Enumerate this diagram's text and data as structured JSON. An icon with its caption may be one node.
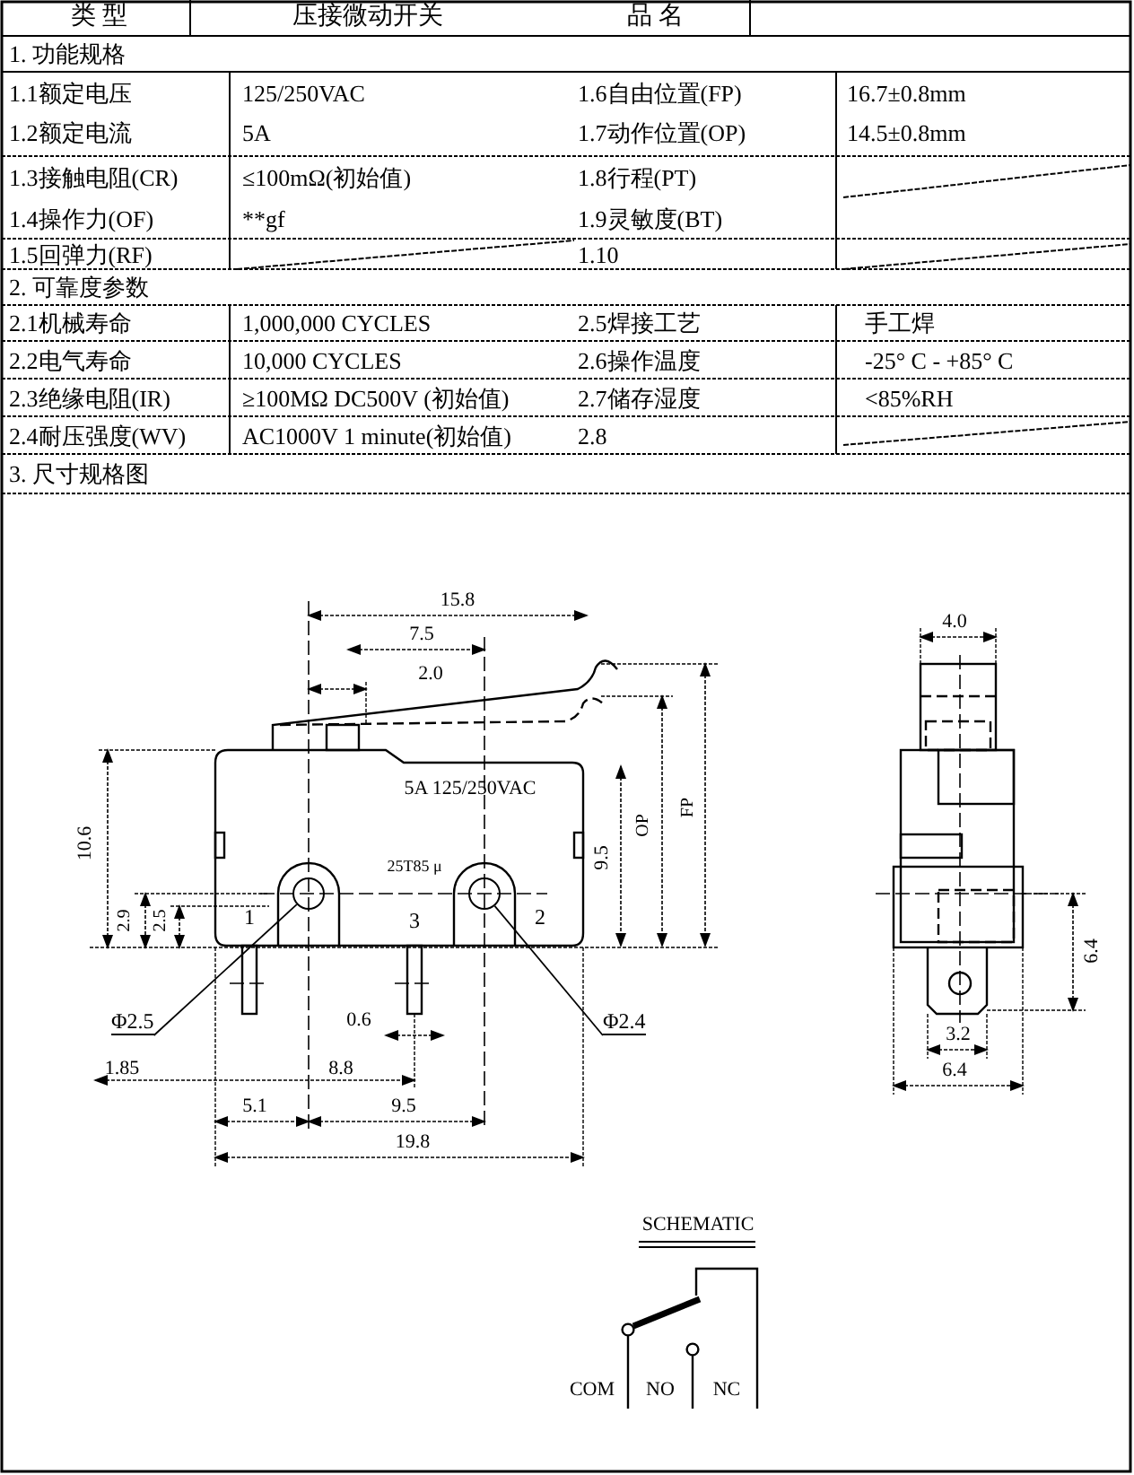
{
  "diagram": {
    "nodes": [
      {
        "text": [
          "Φ2.5"
        ]
      },
      {
        "text": [],
        "shape": "circle"
      },
      {
        "text": [
          "Φ2.4"
        ]
      },
      {
        "text": [],
        "shape": "circle"
      }
    ],
    "edges": [
      {
        "from": 0,
        "to": 1,
        "arrow": "none"
      },
      {
        "from": 2,
        "to": 3,
        "arrow": "none"
      }
    ],
    "labels": [
      "类 型",
      "压接微动开关",
      "品 名",
      "1. 功能规格",
      "1.1额定电压",
      "125/250VAC",
      "1.6自由位置(FP)",
      "16.7±0.8mm",
      "1.2额定电流",
      "5A",
      "1.7动作位置(OP)",
      "14.5±0.8mm",
      "1.3接触电阻(CR)",
      "≤100mΩ(初始值)",
      "1.8行程(PT)",
      "1.4操作力(OF)",
      "**gf",
      "1.9灵敏度(BT)",
      "1.5回弹力(RF)",
      "1.10",
      "2. 可靠度参数",
      "2.1机械寿命",
      "1,000,000 CYCLES",
      "2.5焊接工艺",
      "手工焊",
      "2.2电气寿命",
      "10,000 CYCLES",
      "2.6操作温度",
      "-25° C - +85° C",
      "2.3绝缘电阻(IR)",
      "≥100MΩ DC500V (初始值)",
      "2.7储存湿度",
      "<85%RH",
      "2.4耐压强度(WV)",
      "AC1000V 1 minute(初始值)",
      "2.8",
      "3. 尺寸规格图",
      "15.8",
      "7.5",
      "2.0",
      "10.6",
      "2.9",
      "2.5",
      "5A 125/250VAC",
      "9.5",
      "OP",
      "FP",
      "1",
      "3",
      "2",
      "25T85 μ",
      "0.6",
      "1.85",
      "8.8",
      "5.1",
      "9.5",
      "19.8",
      "4.0",
      "6.4",
      "3.2",
      "6.4",
      "SCHEMATIC",
      "COM",
      "NO",
      "NC"
    ]
  }
}
